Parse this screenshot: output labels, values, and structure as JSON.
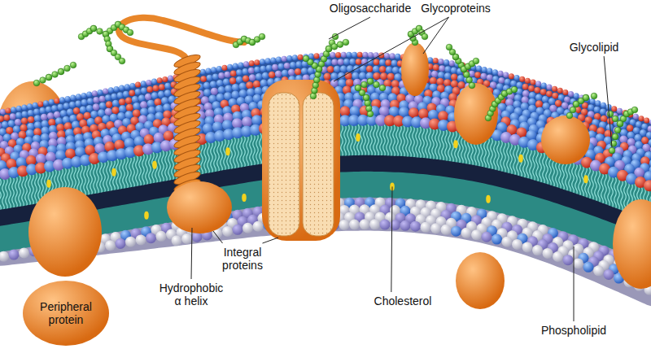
{
  "diagram": {
    "nodes": [
      {
        "text": [
          "Peripheral protein"
        ]
      }
    ],
    "labels": [
      "Oligosaccharide",
      "Glycoproteins",
      "Glycolipid",
      "Hydrophobic α helix",
      "Integral proteins",
      "Cholesterol",
      "Phospholipid"
    ]
  }
}
